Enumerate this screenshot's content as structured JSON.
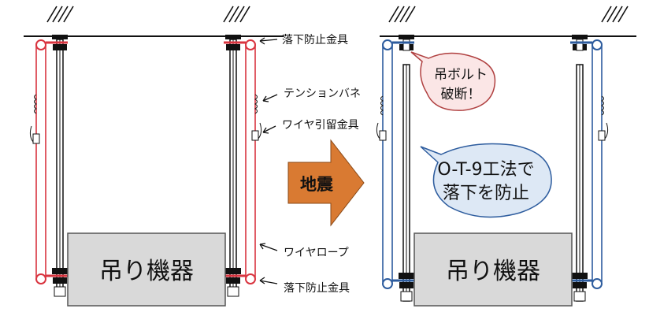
{
  "left": {
    "equipment_label": "吊り機器",
    "callouts": {
      "top_fall_prevention": "落下防止金具",
      "tension_spring": "テンションバネ",
      "wire_retainer": "ワイヤ引留金具",
      "wire_rope": "ワイヤロープ",
      "bottom_fall_prevention": "落下防止金具"
    }
  },
  "arrow": {
    "label": "地震"
  },
  "right": {
    "equipment_label": "吊り機器",
    "bubble_bolt": {
      "line1": "吊ボルト",
      "line2": "破断！"
    },
    "bubble_method": {
      "line1": "O-T-9工法で",
      "line2": "落下を防止"
    }
  },
  "colors": {
    "wire_before": "#d9343f",
    "wire_after": "#2d5c9e",
    "arrow_fill": "#d97a32",
    "bubble_bolt_fill": "#fbe6e6",
    "bubble_method_fill": "#dde8f5",
    "equipment_fill": "#d9d9d9"
  }
}
